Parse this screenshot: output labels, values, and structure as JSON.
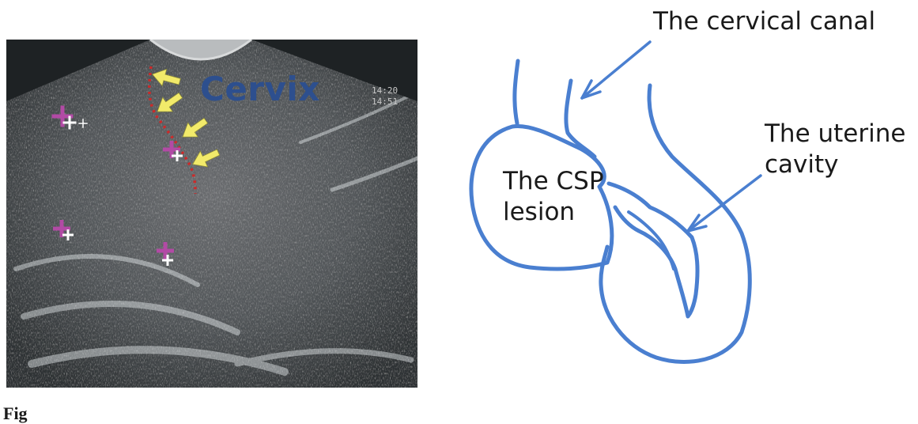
{
  "figure": {
    "caption": "Fig"
  },
  "ultrasound": {
    "label": "Cervix",
    "device_text": [
      "14:20",
      "14:51"
    ],
    "colors": {
      "marker": "#b24aa5",
      "arrow": "#f2ea6a",
      "boundary": "#cc2a2a",
      "label": "#2d4f8e"
    }
  },
  "diagram": {
    "stroke_color": "#4a7fd0",
    "labels": {
      "cervical_canal": "The cervical canal",
      "uterine_cavity_line1": "The uterine",
      "uterine_cavity_line2": "cavity",
      "csp_line1": "The CSP",
      "csp_line2": "lesion"
    }
  }
}
